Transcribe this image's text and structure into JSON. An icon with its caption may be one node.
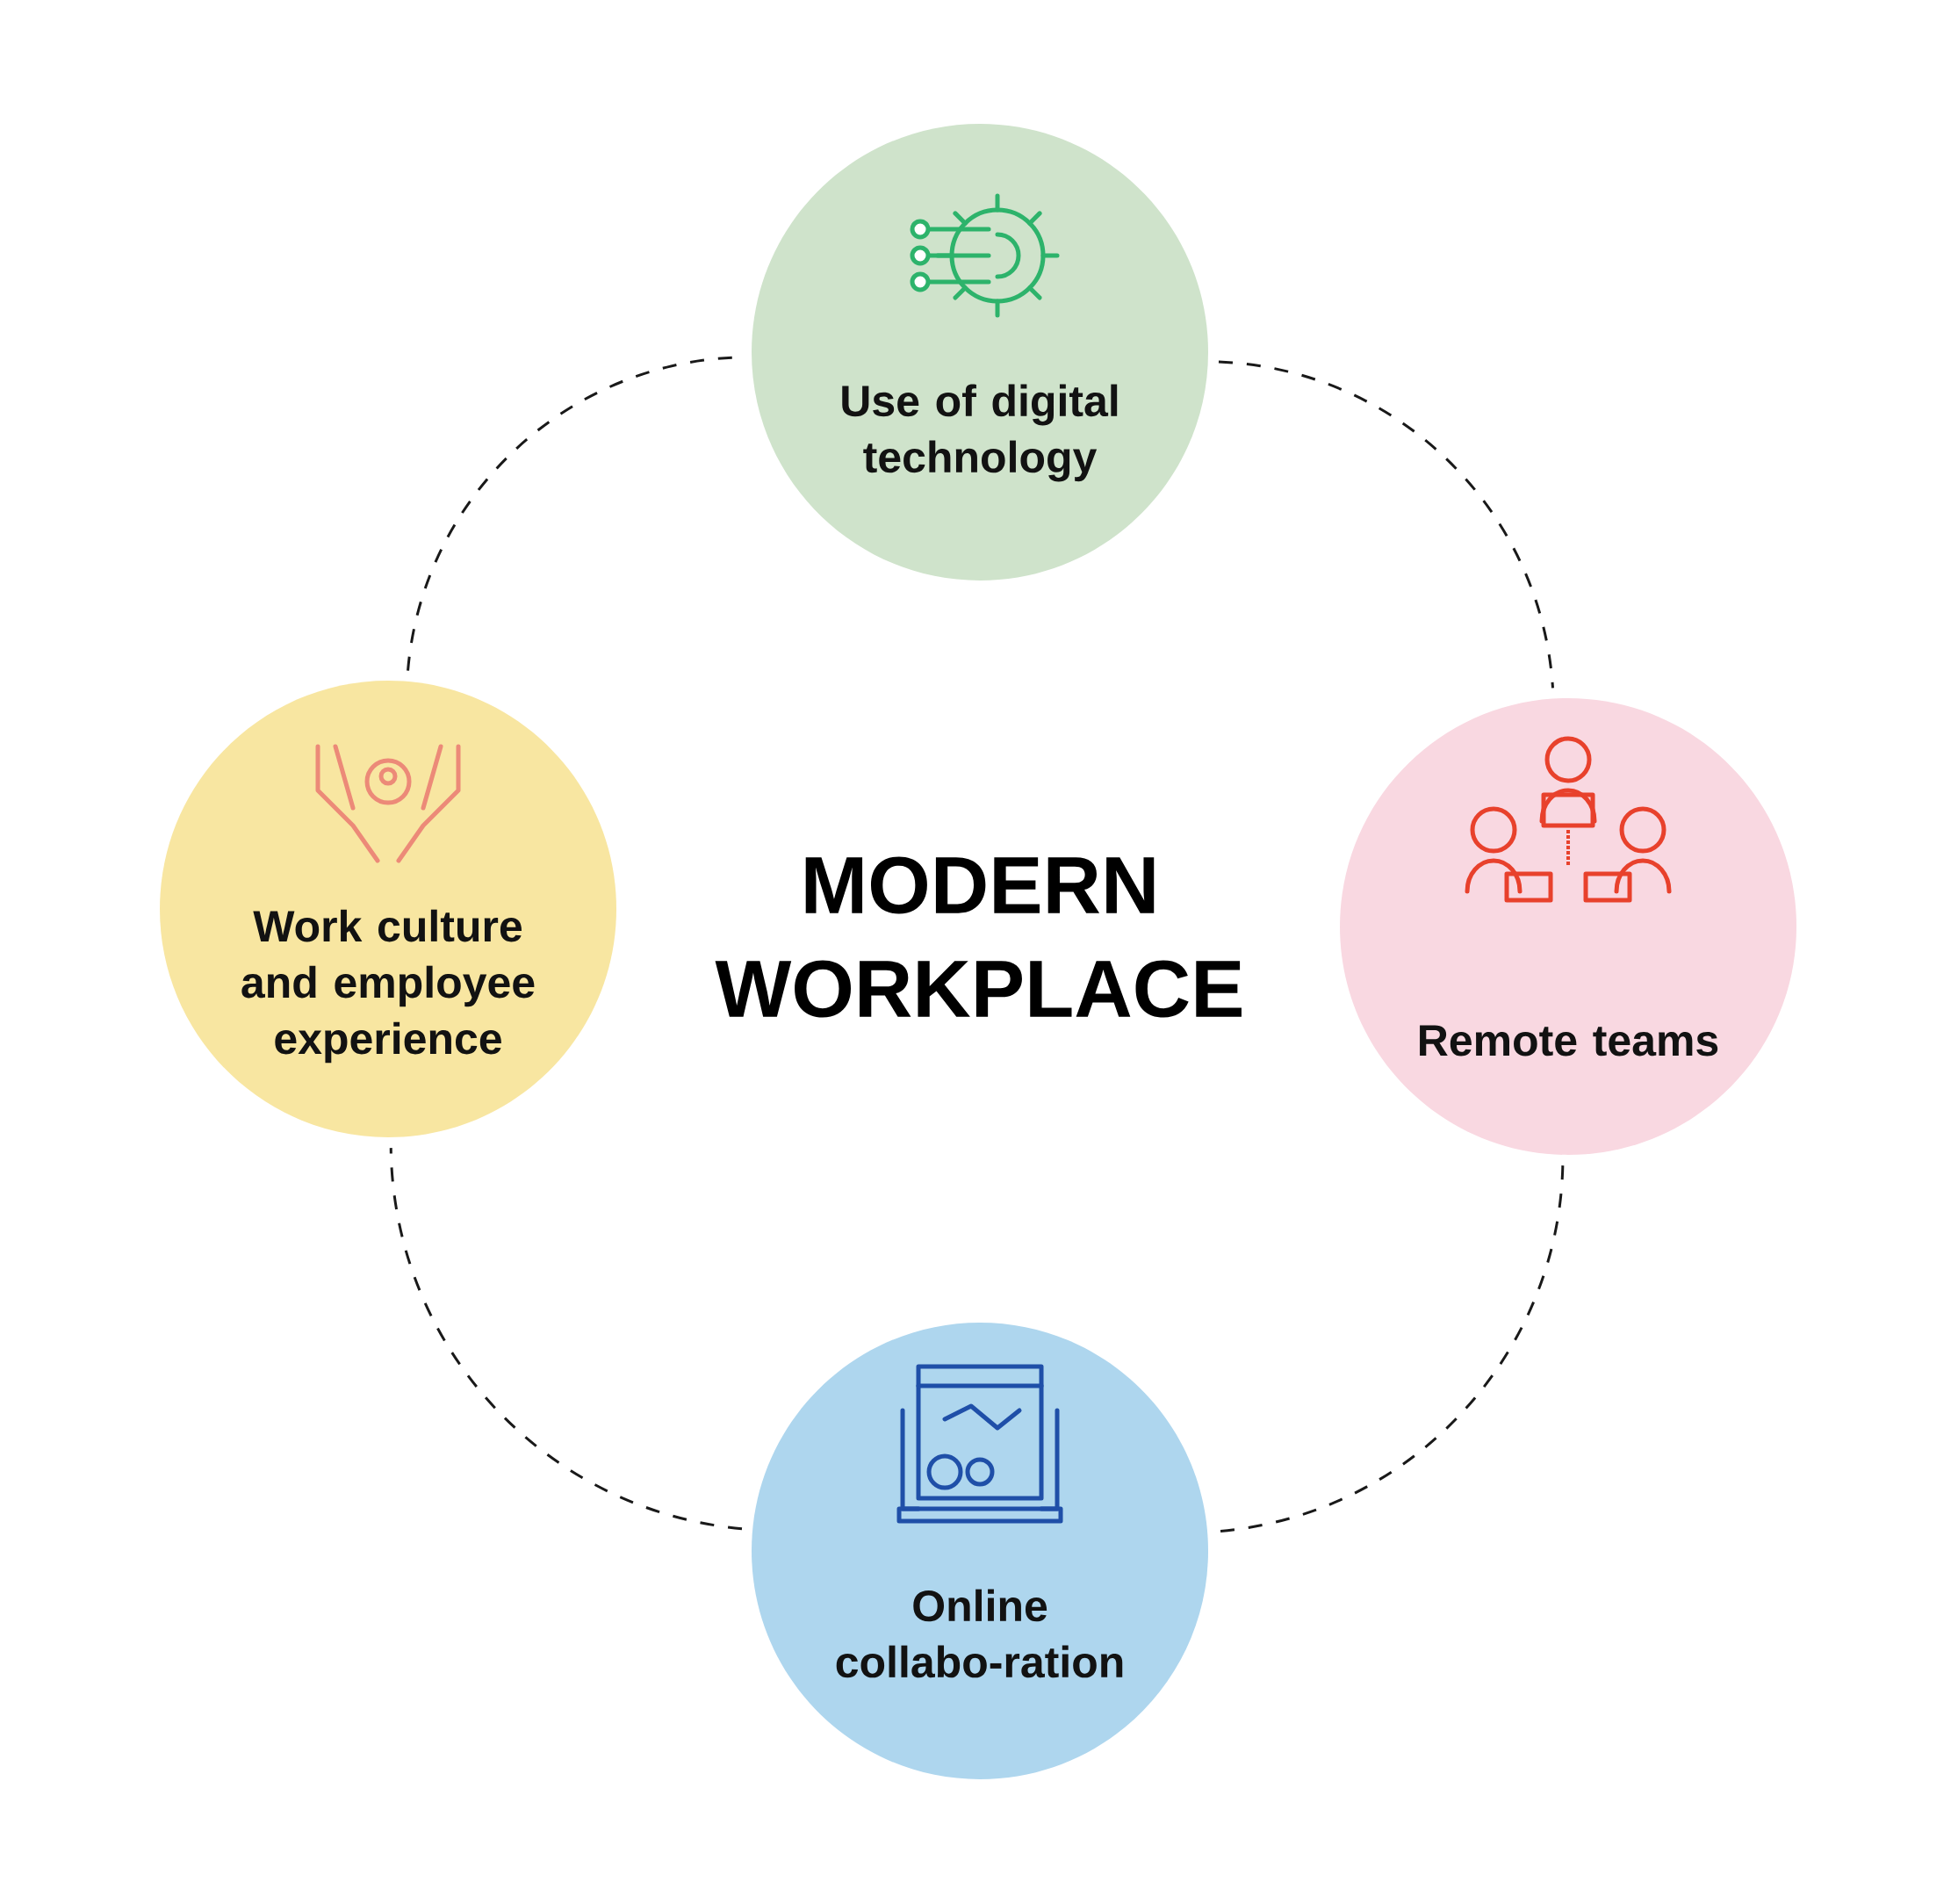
{
  "diagram": {
    "title": "MODERN WORKPLACE",
    "nodes": [
      {
        "text": [
          "Use of digital technology"
        ]
      },
      {
        "text": [
          "Work culture and employee experience"
        ]
      },
      {
        "text": [
          "Remote teams"
        ]
      },
      {
        "text": [
          "Online collabo-ration"
        ]
      }
    ],
    "edges": [
      {
        "from": 0,
        "to": 2,
        "arrow": "none",
        "style": "dashed"
      },
      {
        "from": 2,
        "to": 3,
        "arrow": "none",
        "style": "dashed"
      },
      {
        "from": 3,
        "to": 1,
        "arrow": "none",
        "style": "dashed"
      },
      {
        "from": 1,
        "to": 0,
        "arrow": "none",
        "style": "dashed"
      }
    ]
  }
}
